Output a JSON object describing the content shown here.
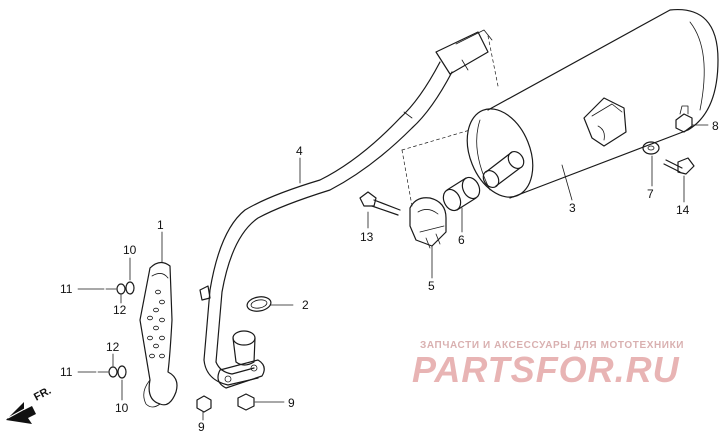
{
  "callouts": {
    "c1": "1",
    "c2": "2",
    "c3": "3",
    "c4": "4",
    "c5": "5",
    "c6": "6",
    "c7": "7",
    "c8": "8",
    "c9a": "9",
    "c9b": "9",
    "c10a": "10",
    "c10b": "10",
    "c11a": "11",
    "c11b": "11",
    "c12a": "12",
    "c12b": "12",
    "c13": "13",
    "c14": "14"
  },
  "orientation": {
    "label": "FR."
  },
  "watermark": {
    "caption": "ЗАПЧАСТИ И АКСЕССУАРЫ ДЛЯ МОТОТЕХНИКИ",
    "logo": "PARTSFOR.RU",
    "color": "#e8b4b4"
  }
}
